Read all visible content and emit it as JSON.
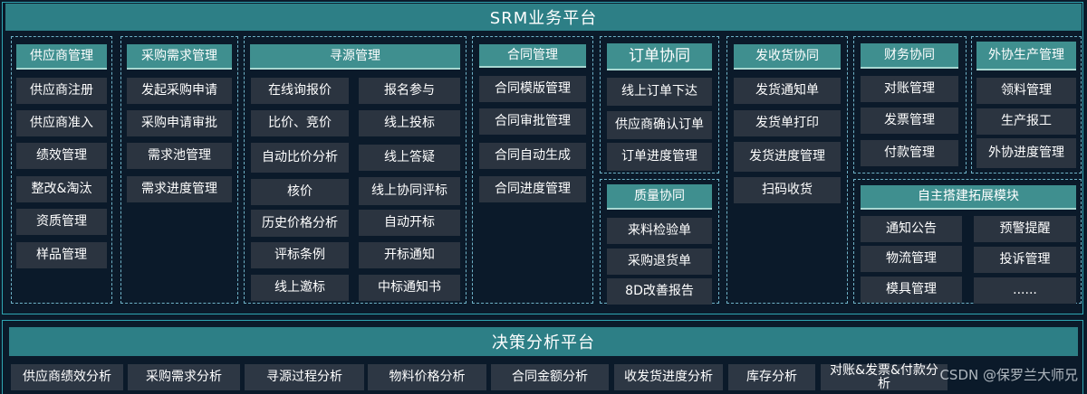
{
  "srm": {
    "title": "SRM业务平台",
    "supplier": {
      "header": "供应商管理",
      "items": [
        "供应商注册",
        "供应商准入",
        "绩效管理",
        "整改&淘汰",
        "资质管理",
        "样品管理"
      ]
    },
    "demand": {
      "header": "采购需求管理",
      "items": [
        "发起采购申请",
        "采购申请审批",
        "需求池管理",
        "需求进度管理"
      ]
    },
    "sourcing": {
      "header": "寻源管理",
      "left": [
        "在线询报价",
        "比价、竞价",
        "自动比价分析",
        "核价",
        "历史价格分析",
        "评标条例",
        "线上邀标"
      ],
      "right": [
        "报名参与",
        "线上投标",
        "线上答疑",
        "线上协同评标",
        "自动开标",
        "开标通知",
        "中标通知书"
      ]
    },
    "contract": {
      "header": "合同管理",
      "items": [
        "合同模版管理",
        "合同审批管理",
        "合同自动生成",
        "合同进度管理"
      ]
    },
    "order": {
      "header": "订单协同",
      "items": [
        "线上订单下达",
        "供应商确认订单",
        "订单进度管理"
      ]
    },
    "quality": {
      "header": "质量协同",
      "items": [
        "来料检验单",
        "采购退货单",
        "8D改善报告"
      ]
    },
    "delivery": {
      "header": "发收货协同",
      "items": [
        "发货通知单",
        "发货单打印",
        "发货进度管理",
        "扫码收货"
      ]
    },
    "finance": {
      "header": "财务协同",
      "items": [
        "对账管理",
        "发票管理",
        "付款管理"
      ]
    },
    "outsource": {
      "header": "外协生产管理",
      "items": [
        "领料管理",
        "生产报工",
        "外协进度管理"
      ]
    },
    "extension": {
      "header": "自主搭建拓展模块",
      "left": [
        "通知公告",
        "物流管理",
        "模具管理"
      ],
      "right": [
        "预警提醒",
        "投诉管理",
        "......"
      ]
    }
  },
  "decision": {
    "title": "决策分析平台",
    "items": [
      "供应商绩效分析",
      "采购需求分析",
      "寻源过程分析",
      "物料价格分析",
      "合同金额分析",
      "收发货进度分析",
      "库存分析",
      "对账&发票&付款分析"
    ]
  },
  "watermark": "CSDN @保罗兰大师兄"
}
